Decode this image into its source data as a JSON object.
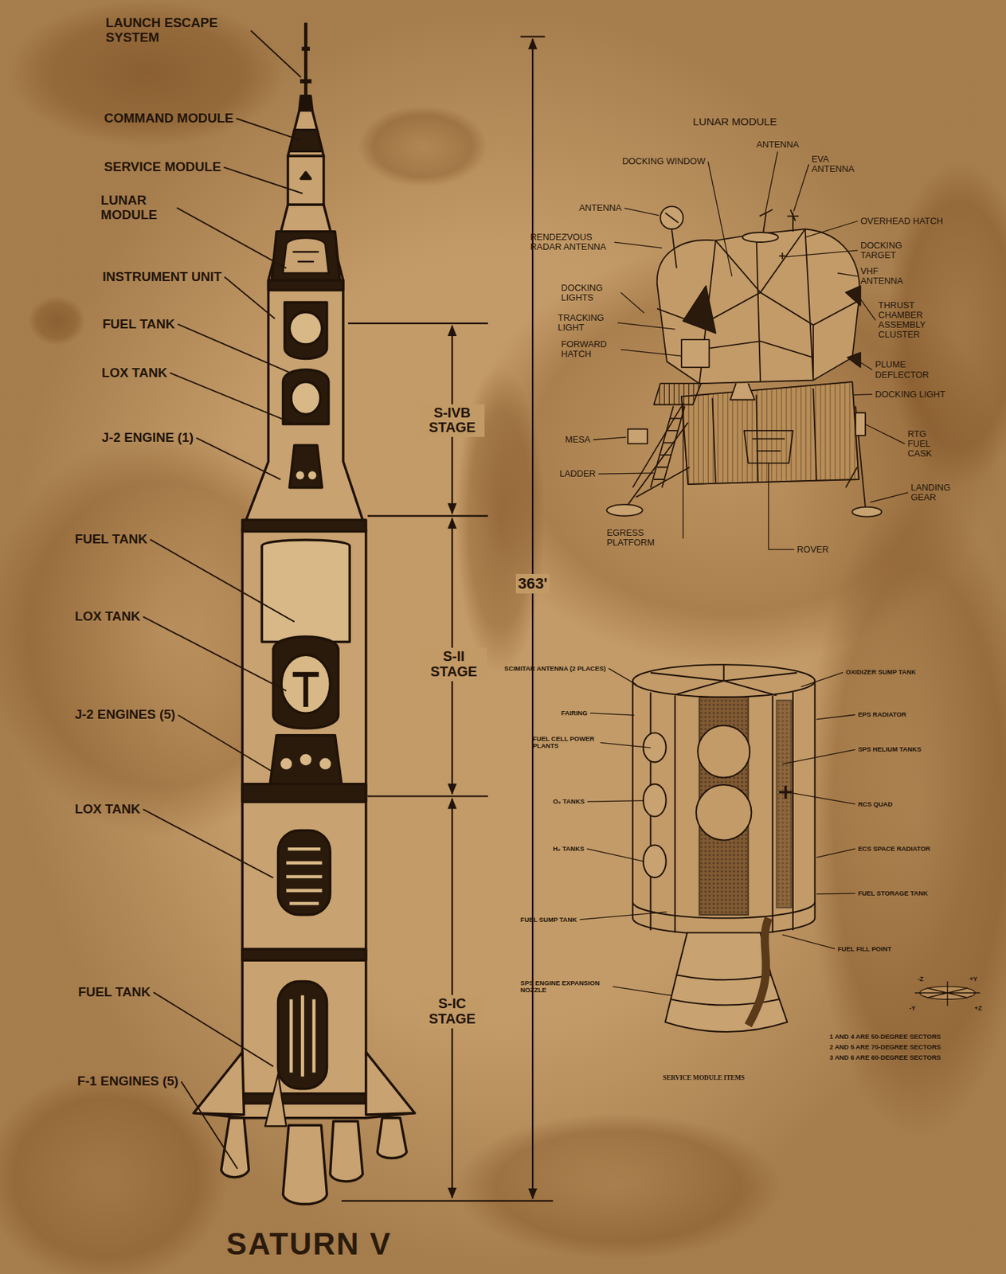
{
  "diagram": {
    "title": "SATURN V",
    "labels": [
      "LAUNCH ESCAPE SYSTEM",
      "COMMAND MODULE",
      "SERVICE MODULE",
      "LUNAR MODULE",
      "INSTRUMENT UNIT",
      "FUEL TANK",
      "LOX TANK",
      "J-2 ENGINE (1)",
      "FUEL TANK",
      "LOX TANK",
      "J-2 ENGINES (5)",
      "LOX TANK",
      "FUEL TANK",
      "F-1 ENGINES (5)",
      "S-IVB STAGE",
      "S-II STAGE",
      "S-IC STAGE",
      "363'",
      "LUNAR MODULE",
      "ANTENNA",
      "DOCKING WINDOW",
      "EVA ANTENNA",
      "ANTENNA",
      "OVERHEAD HATCH",
      "RENDEZVOUS RADAR ANTENNA",
      "DOCKING TARGET",
      "VHF ANTENNA",
      "DOCKING LIGHTS",
      "THRUST CHAMBER ASSEMBLY CLUSTER",
      "TRACKING LIGHT",
      "FORWARD HATCH",
      "PLUME DEFLECTOR",
      "DOCKING LIGHT",
      "RTG FUEL CASK",
      "MESA",
      "LADDER",
      "LANDING GEAR",
      "EGRESS PLATFORM",
      "ROVER",
      "SCIMITAR ANTENNA (2 PLACES)",
      "FAIRING",
      "FUEL CELL POWER PLANTS",
      "O₂ TANKS",
      "H₂ TANKS",
      "FUEL SUMP TANK",
      "SPS ENGINE EXPANSION NOZZLE",
      "OXIDIZER SUMP TANK",
      "EPS RADIATOR",
      "SPS HELIUM TANKS",
      "RCS QUAD",
      "ECS SPACE RADIATOR",
      "FUEL STORAGE TANK",
      "FUEL FILL POINT",
      "-Z",
      "+Y",
      "-Y",
      "+Z",
      "1 AND 4 ARE 50-DEGREE SECTORS",
      "2 AND 5 ARE 70-DEGREE SECTORS",
      "3 AND 6 ARE 60-DEGREE SECTORS",
      "SERVICE MODULE ITEMS"
    ]
  }
}
